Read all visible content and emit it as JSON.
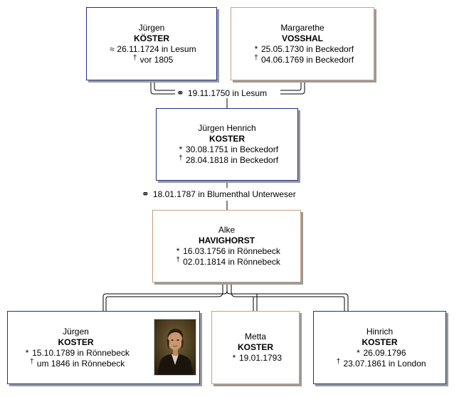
{
  "persons": [
    {
      "id": "juergen-koester-1724",
      "given": "Jürgen",
      "surname": "KÖSTER",
      "birth_symbol": "≈",
      "birth": "26.11.1724 in Lesum",
      "death_symbol": "†",
      "death": "vor 1805",
      "gender": "male"
    },
    {
      "id": "margarethe-vosshal",
      "given": "Margarethe",
      "surname": "VOSSHAL",
      "birth_symbol": "*",
      "birth": "25.05.1730 in Beckedorf",
      "death_symbol": "†",
      "death": "04.06.1769 in Beckedorf",
      "gender": "female"
    },
    {
      "id": "juergen-henrich-koster",
      "given": "Jürgen Henrich",
      "surname": "KOSTER",
      "birth_symbol": "*",
      "birth": "30.08.1751 in Beckedorf",
      "death_symbol": "†",
      "death": "28.04.1818 in Beckedorf",
      "gender": "male"
    },
    {
      "id": "alke-havighorst",
      "given": "Alke",
      "surname": "HAVIGHORST",
      "birth_symbol": "*",
      "birth": "16.03.1756 in Rönnebeck",
      "death_symbol": "†",
      "death": "02.01.1814 in Rönnebeck",
      "gender": "female"
    },
    {
      "id": "juergen-koster-1789",
      "given": "Jürgen",
      "surname": "KOSTER",
      "birth_symbol": "*",
      "birth": "15.10.1789 in Rönnebeck",
      "death_symbol": "†",
      "death": "um 1846 in Rönnebeck",
      "gender": "male"
    },
    {
      "id": "metta-koster",
      "given": "Metta",
      "surname": "KOSTER",
      "birth_symbol": "*",
      "birth": "19.01.1793",
      "gender": "female"
    },
    {
      "id": "hinrich-koster",
      "given": "Hinrich",
      "surname": "KOSTER",
      "birth_symbol": "*",
      "birth": "26.09.1796",
      "death_symbol": "†",
      "death": "23.07.1861 in London",
      "gender": "male"
    }
  ],
  "marriages": [
    {
      "symbol": "⚭",
      "text": "19.11.1750 in Lesum"
    },
    {
      "symbol": "⚭",
      "text": "18.01.1787 in Blumenthal Unterweser"
    }
  ],
  "icons": {
    "portrait": "portrait-photo"
  }
}
